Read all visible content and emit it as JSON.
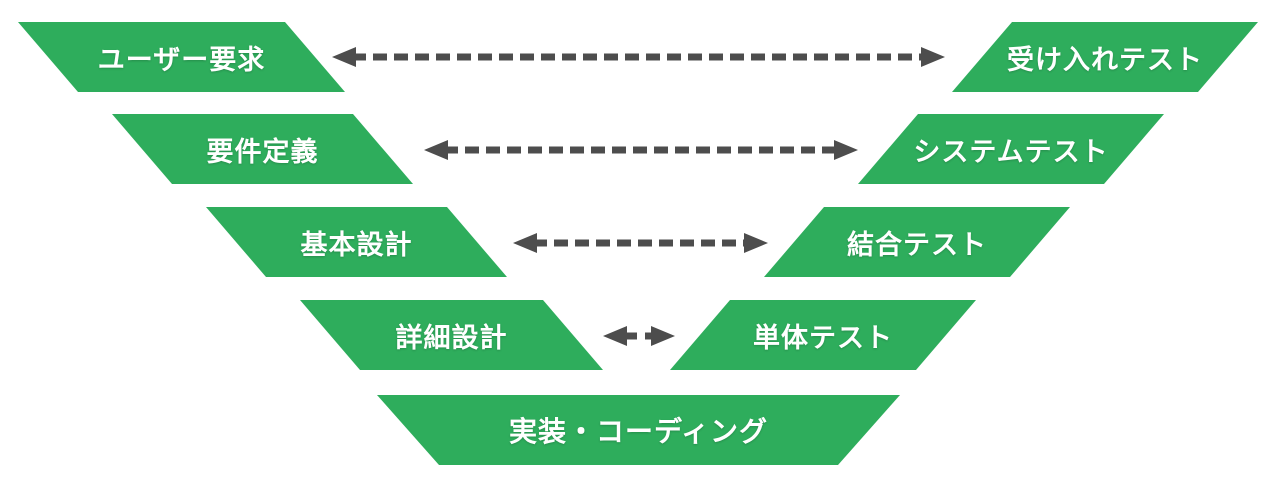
{
  "diagram": {
    "name": "V-model development and testing diagram",
    "colors": {
      "stage_green": "#2EAD5C",
      "arrow_gray": "#4D4D4D",
      "label_white": "#FFFFFF",
      "background": "#FFFFFF"
    },
    "left_stages": [
      {
        "label": "ユーザー要求"
      },
      {
        "label": "要件定義"
      },
      {
        "label": "基本設計"
      },
      {
        "label": "詳細設計"
      }
    ],
    "right_stages": [
      {
        "label": "受け入れテスト"
      },
      {
        "label": "システムテスト"
      },
      {
        "label": "結合テスト"
      },
      {
        "label": "単体テスト"
      }
    ],
    "bottom_stage": {
      "label": "実装・コーディング"
    },
    "connections": [
      {
        "from": "ユーザー要求",
        "to": "受け入れテスト",
        "style": "dashed-double-arrow"
      },
      {
        "from": "要件定義",
        "to": "システムテスト",
        "style": "dashed-double-arrow"
      },
      {
        "from": "基本設計",
        "to": "結合テスト",
        "style": "dashed-double-arrow"
      },
      {
        "from": "詳細設計",
        "to": "単体テスト",
        "style": "dashed-double-arrow"
      }
    ]
  }
}
